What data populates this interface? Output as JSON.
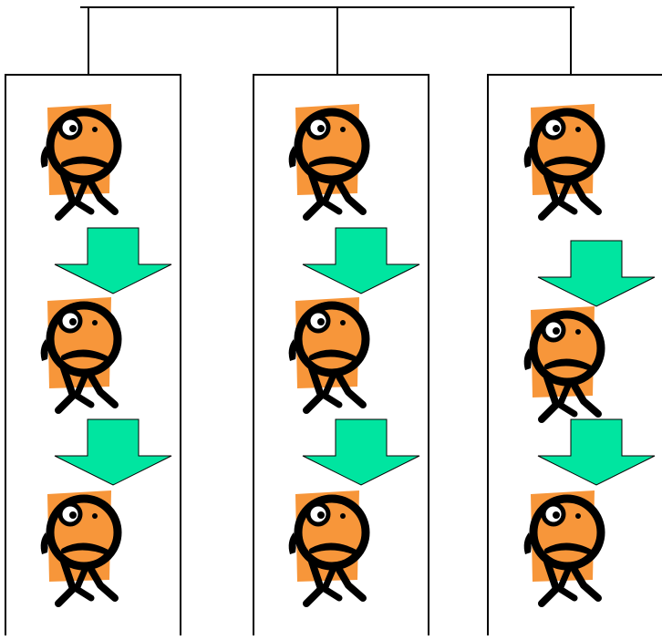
{
  "diagram": {
    "kind": "hierarchy",
    "colors": {
      "line": "#000000",
      "character_fill": "#f7963a",
      "arrow_fill": "#00e5a0",
      "arrow_stroke": "#000000",
      "background": "#ffffff"
    },
    "columns": [
      {
        "id": "col1",
        "items": [
          "worried-character",
          "arrow",
          "worried-character",
          "arrow",
          "worried-character"
        ]
      },
      {
        "id": "col2",
        "items": [
          "worried-character",
          "arrow",
          "worried-character",
          "arrow",
          "worried-character"
        ]
      },
      {
        "id": "col3",
        "items": [
          "worried-character",
          "arrow",
          "worried-character",
          "arrow",
          "worried-character"
        ]
      }
    ],
    "icons": {
      "character": "worried-walking-character-icon",
      "arrow": "down-arrow-icon"
    }
  }
}
